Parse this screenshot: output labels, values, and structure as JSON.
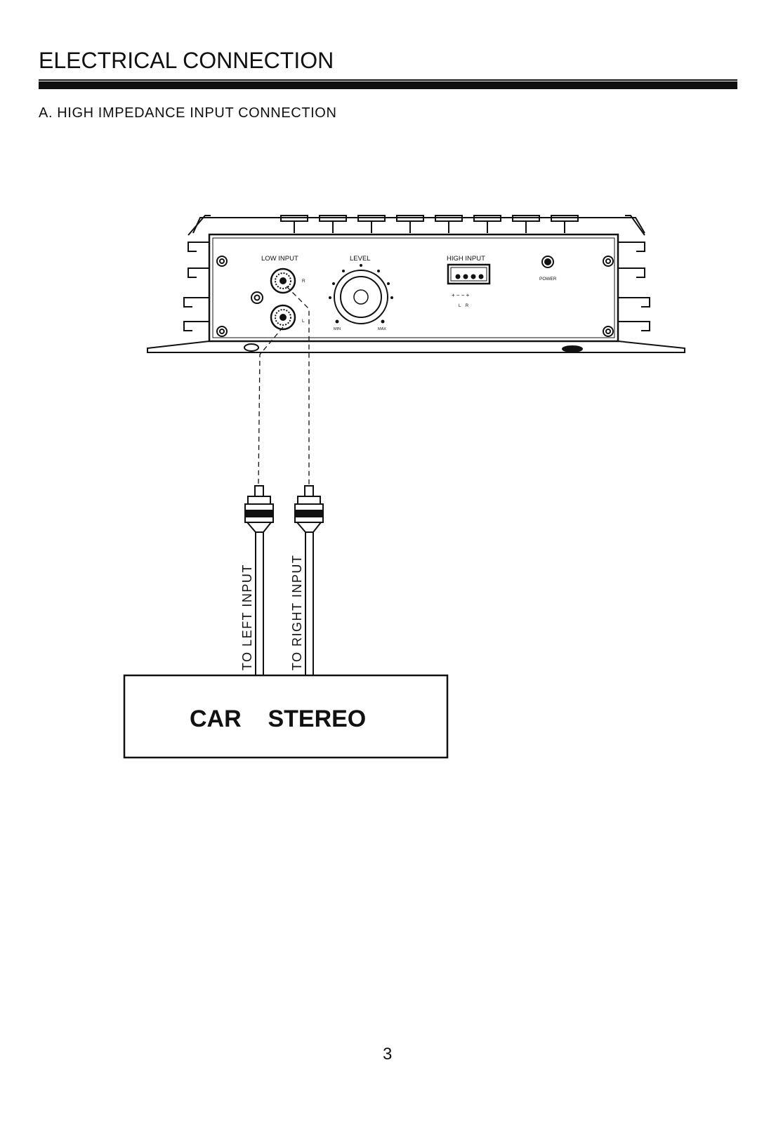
{
  "heading": "ELECTRICAL CONNECTION",
  "subheading": "A. HIGH IMPEDANCE INPUT CONNECTION",
  "amplifier": {
    "low_input": "LOW INPUT",
    "level": "LEVEL",
    "high_input": "HIGH INPUT",
    "power": "POWER",
    "ch_r": "R",
    "ch_l": "L",
    "min": "MIN",
    "max": "MAX",
    "polarity": "+ − − +",
    "lr": "L    R"
  },
  "cables": {
    "left": "TO LEFT INPUT",
    "right": "TO RIGHT INPUT"
  },
  "stereo_box": "CAR    STEREO",
  "page_number": "3"
}
